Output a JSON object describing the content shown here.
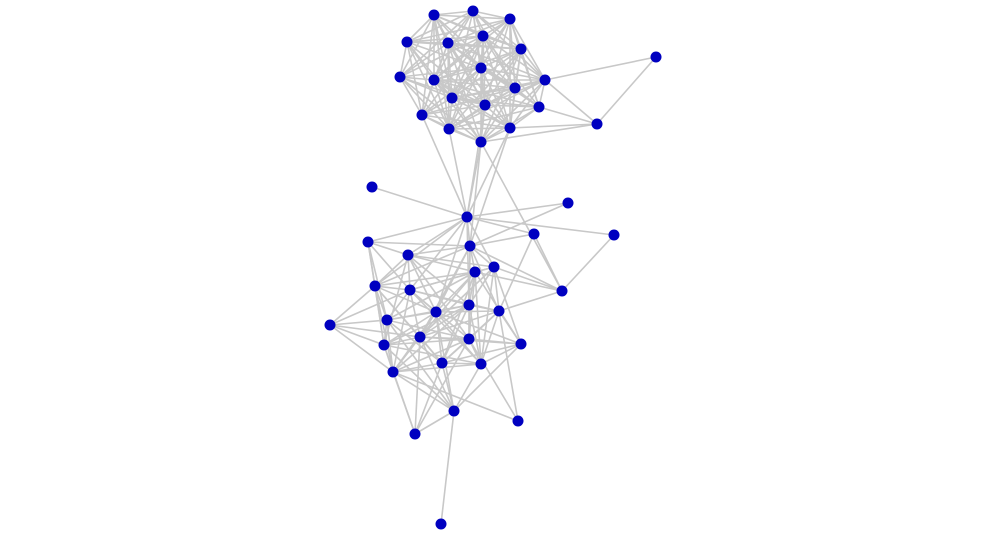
{
  "graph": {
    "type": "network",
    "node_count": 50,
    "clusters": [
      "top-cluster",
      "bottom-cluster"
    ],
    "node_color": "#0000c0",
    "edge_color": "#c8c8c8",
    "background": "#ffffff"
  }
}
